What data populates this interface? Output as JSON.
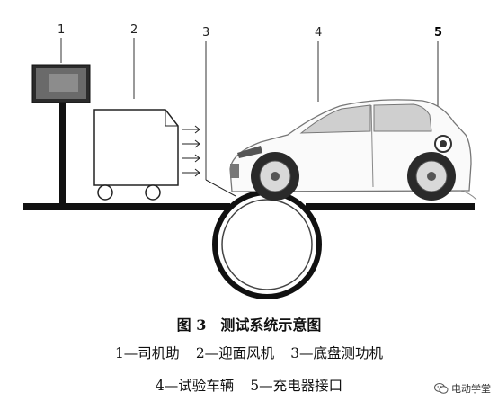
{
  "diagram": {
    "labels": [
      "1",
      "2",
      "3",
      "4",
      "5"
    ]
  },
  "caption": {
    "title": "图 3　测试系统示意图",
    "legend": [
      [
        "1—司机助",
        "2—迎面风机",
        "3—底盘测功机"
      ],
      [
        "4—试验车辆",
        "5—充电器接口"
      ]
    ]
  },
  "watermark": {
    "text": "电动学堂",
    "icon": "wechat-icon"
  }
}
